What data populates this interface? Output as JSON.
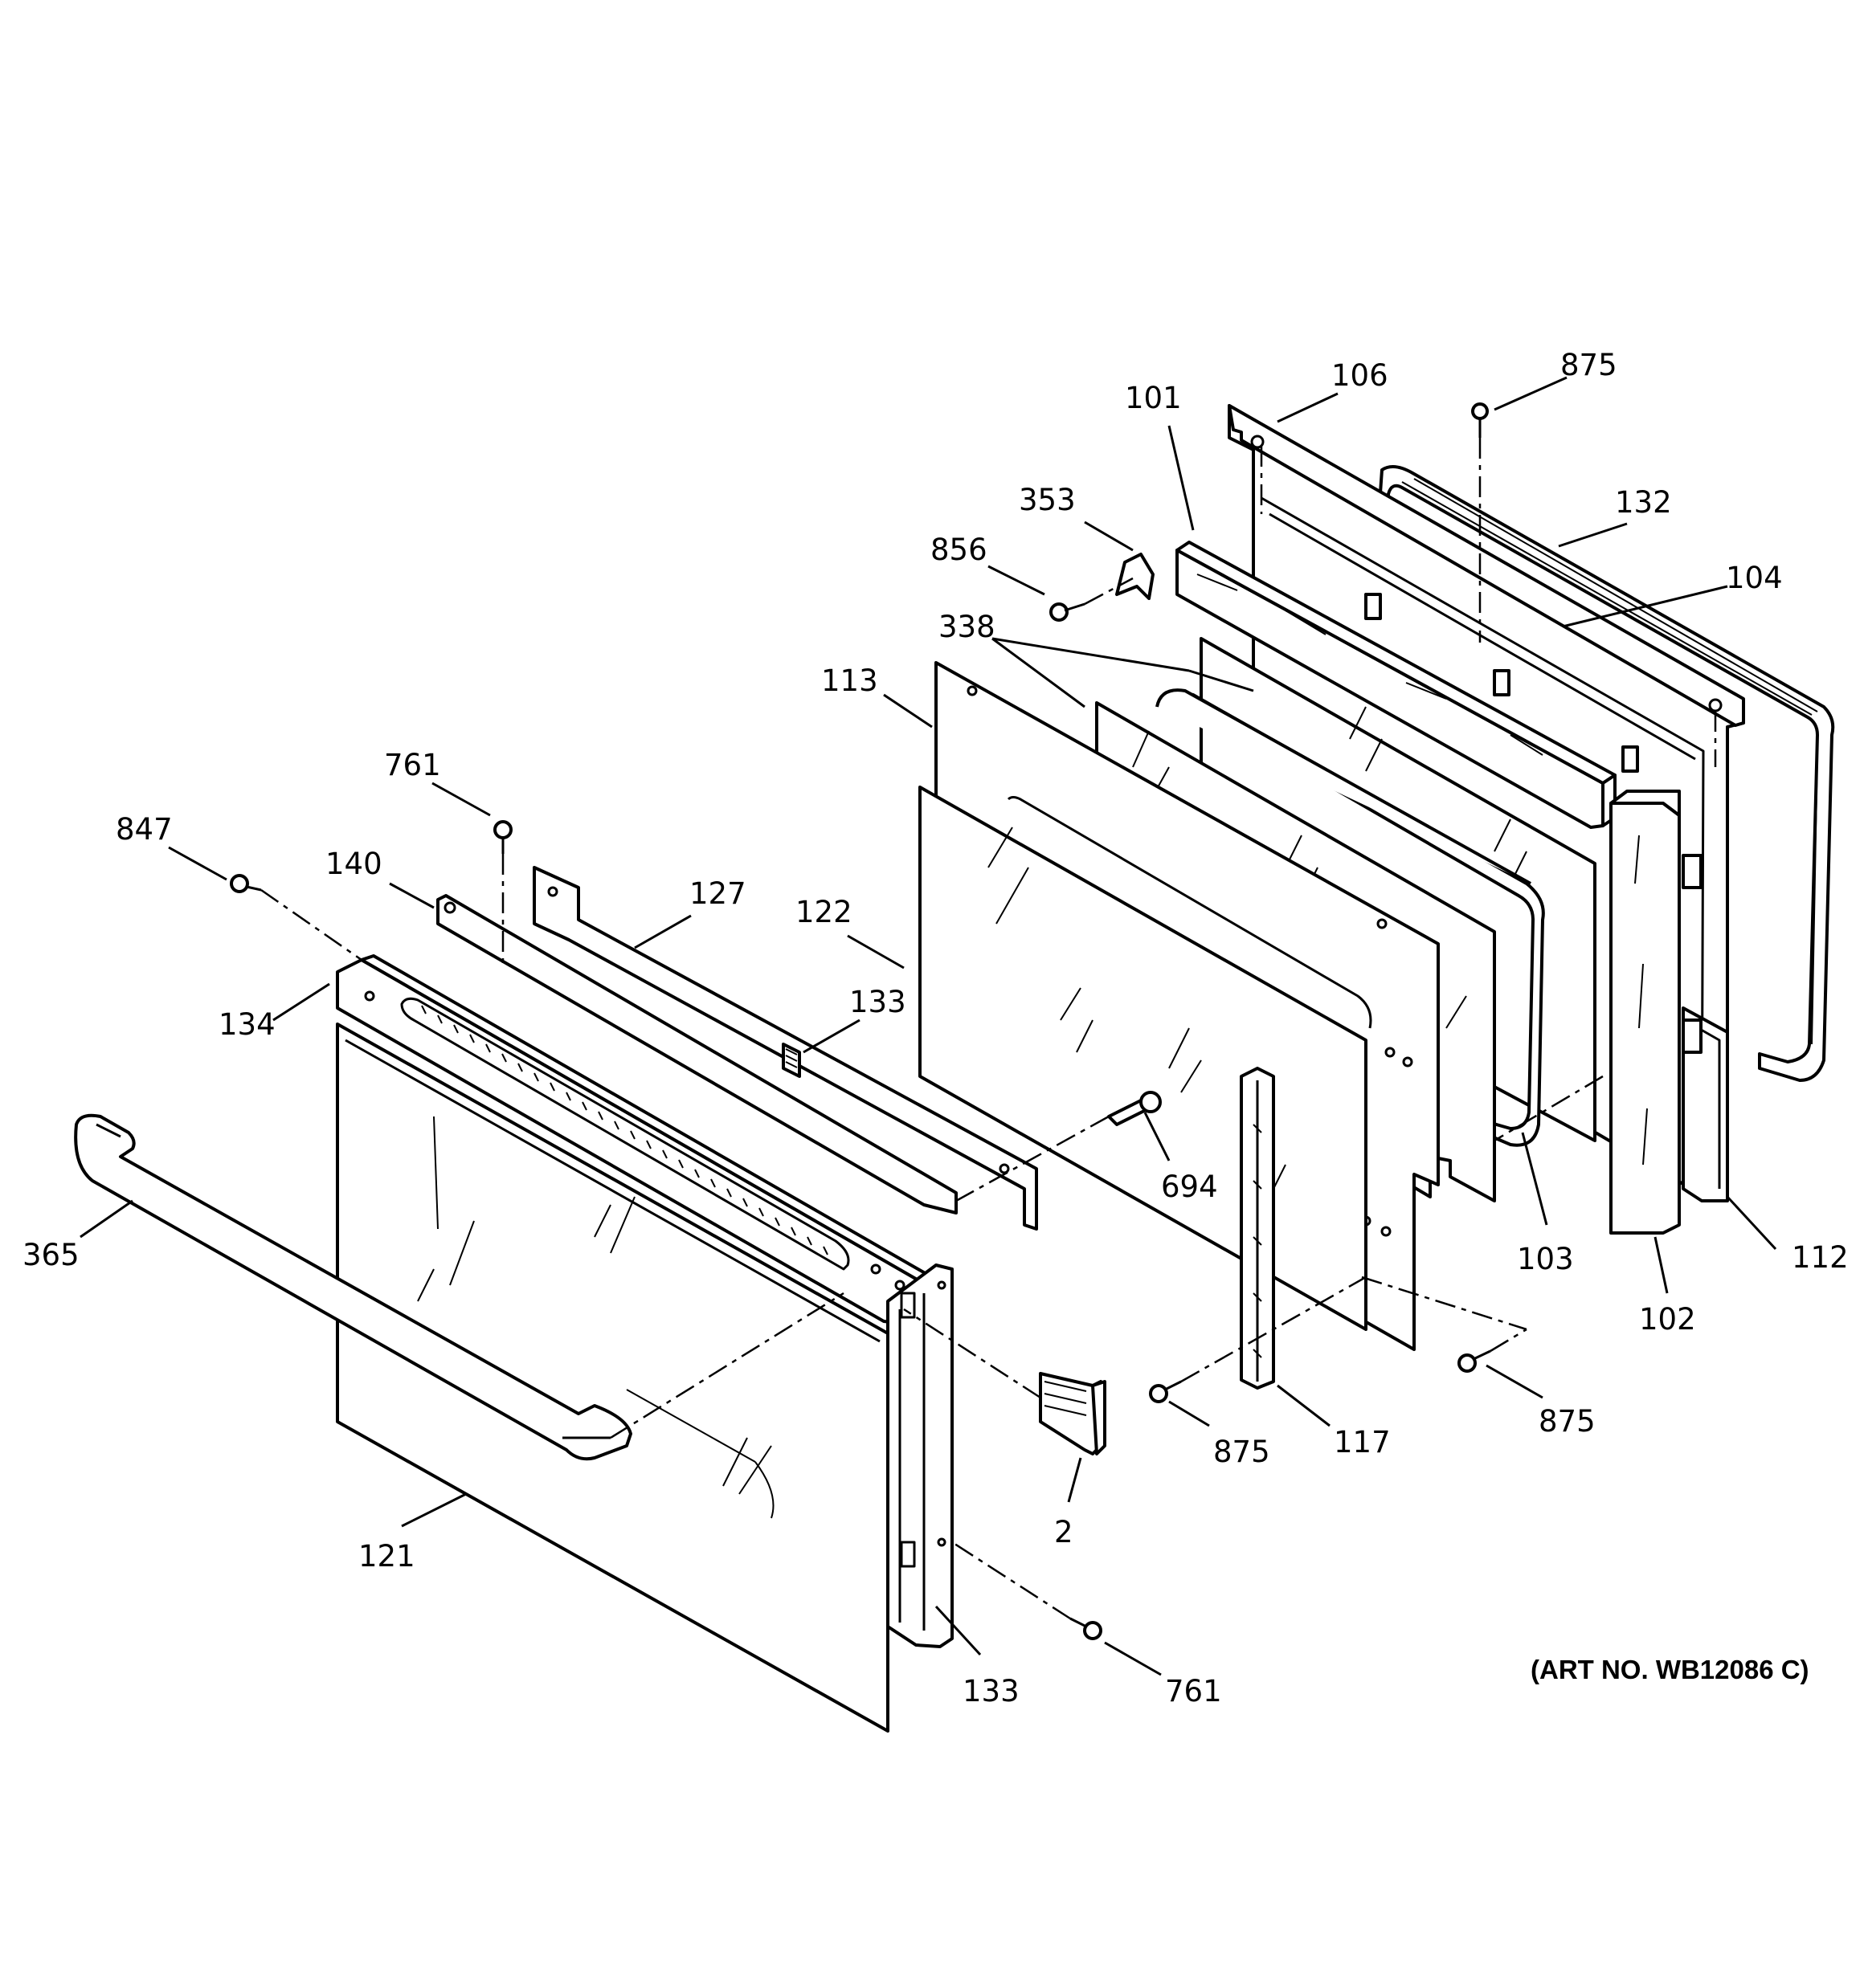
{
  "art_number": "(ART NO. WB12086 C)",
  "callouts": [
    {
      "id": "c106",
      "label": "106"
    },
    {
      "id": "c875a",
      "label": "875"
    },
    {
      "id": "c101",
      "label": "101"
    },
    {
      "id": "c132",
      "label": "132"
    },
    {
      "id": "c353",
      "label": "353"
    },
    {
      "id": "c104",
      "label": "104"
    },
    {
      "id": "c856",
      "label": "856"
    },
    {
      "id": "c338",
      "label": "338"
    },
    {
      "id": "c113",
      "label": "113"
    },
    {
      "id": "c761a",
      "label": "761"
    },
    {
      "id": "c847",
      "label": "847"
    },
    {
      "id": "c140",
      "label": "140"
    },
    {
      "id": "c127",
      "label": "127"
    },
    {
      "id": "c122",
      "label": "122"
    },
    {
      "id": "c134",
      "label": "134"
    },
    {
      "id": "c133a",
      "label": "133"
    },
    {
      "id": "c694",
      "label": "694"
    },
    {
      "id": "c365",
      "label": "365"
    },
    {
      "id": "c103",
      "label": "103"
    },
    {
      "id": "c112",
      "label": "112"
    },
    {
      "id": "c102",
      "label": "102"
    },
    {
      "id": "c875b",
      "label": "875"
    },
    {
      "id": "c117",
      "label": "117"
    },
    {
      "id": "c875c",
      "label": "875"
    },
    {
      "id": "c2",
      "label": "2"
    },
    {
      "id": "c121",
      "label": "121"
    },
    {
      "id": "c133b",
      "label": "133"
    },
    {
      "id": "c761b",
      "label": "761"
    }
  ]
}
